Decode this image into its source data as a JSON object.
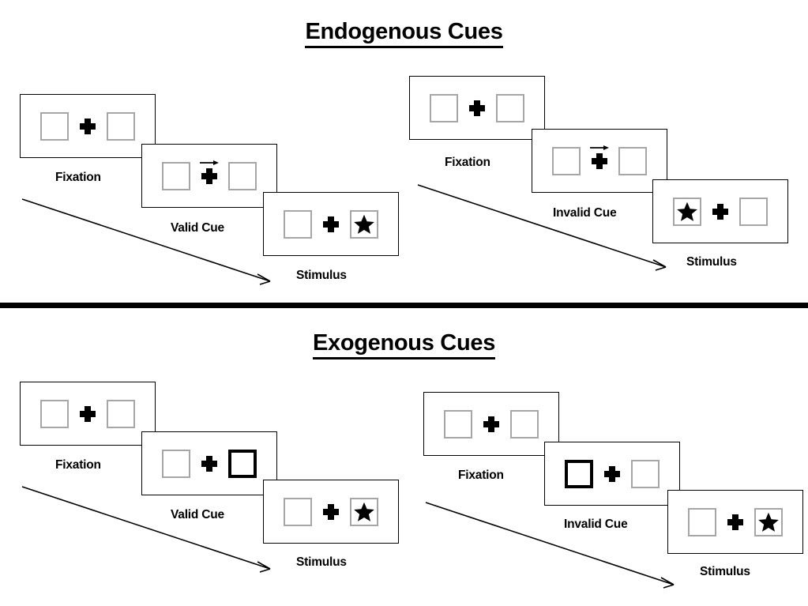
{
  "figure": {
    "background": "#ffffff",
    "line_color": "#000000",
    "box_border_color": "#a6a6a6",
    "highlight_color": "#000000"
  },
  "sections": [
    {
      "id": "endogenous",
      "title": "Endogenous Cues",
      "sequences": [
        {
          "id": "endogenous-valid",
          "frames": [
            {
              "caption": "Fixation",
              "left_box": "empty",
              "right_box": "empty",
              "cue_arrow": false
            },
            {
              "caption": "Valid Cue",
              "left_box": "empty",
              "right_box": "empty",
              "cue_arrow": true
            },
            {
              "caption": "Stimulus",
              "left_box": "empty",
              "right_box": "star",
              "cue_arrow": false
            }
          ]
        },
        {
          "id": "endogenous-invalid",
          "frames": [
            {
              "caption": "Fixation",
              "left_box": "empty",
              "right_box": "empty",
              "cue_arrow": false
            },
            {
              "caption": "Invalid Cue",
              "left_box": "empty",
              "right_box": "empty",
              "cue_arrow": true
            },
            {
              "caption": "Stimulus",
              "left_box": "star",
              "right_box": "empty",
              "cue_arrow": false
            }
          ]
        }
      ]
    },
    {
      "id": "exogenous",
      "title": "Exogenous Cues",
      "sequences": [
        {
          "id": "exogenous-valid",
          "frames": [
            {
              "caption": "Fixation",
              "left_box": "empty",
              "right_box": "empty",
              "cue_arrow": false
            },
            {
              "caption": "Valid Cue",
              "left_box": "empty",
              "right_box": "highlight",
              "cue_arrow": false
            },
            {
              "caption": "Stimulus",
              "left_box": "empty",
              "right_box": "star",
              "cue_arrow": false
            }
          ]
        },
        {
          "id": "exogenous-invalid",
          "frames": [
            {
              "caption": "Fixation",
              "left_box": "empty",
              "right_box": "empty",
              "cue_arrow": false
            },
            {
              "caption": "Invalid Cue",
              "left_box": "highlight",
              "right_box": "empty",
              "cue_arrow": false
            },
            {
              "caption": "Stimulus",
              "left_box": "empty",
              "right_box": "star",
              "cue_arrow": false
            }
          ]
        }
      ]
    }
  ],
  "labels": {
    "endogenous_title": "Endogenous Cues",
    "exogenous_title": "Exogenous Cues",
    "fixation": "Fixation",
    "valid_cue": "Valid Cue",
    "invalid_cue": "Invalid Cue",
    "stimulus": "Stimulus"
  }
}
